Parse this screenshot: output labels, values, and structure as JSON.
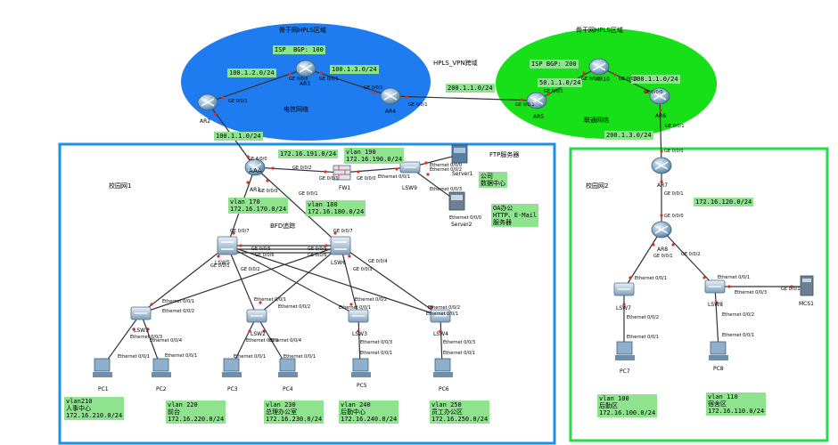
{
  "titles": {
    "hpls_left": "骨干网HPLS区域",
    "hpls_right": "骨干网HPLS区域",
    "hpls_vpn": "HPLS_VPN跨域",
    "campus1": "校园网1",
    "campus2": "校园网2",
    "telecom": "电信网络",
    "unicom": "联通网络",
    "ftp": "FTP服务器",
    "aaa": "AAA",
    "bfd": "BFD追踪"
  },
  "notes": {
    "isp_left": "ISP  BGP: 100",
    "isp_right": "ISP BGP: 200",
    "net_100_1_2": "100.1.2.0/24",
    "net_100_1_3": "100.1.3.0/24",
    "net_100_1_1": "100.1.1.0/24",
    "net_200_1_1": "200.1.1.0/24",
    "net_50": "50.1.1.0/24",
    "net_200_1_2": "200.1.1.0/24",
    "net_200_1_3": "200.1.3.0/24",
    "net_172_191": "172.16.191.0/24",
    "vlan190": "vlan 190\n172.16.190.0/24",
    "vlan170": "vlan 170\n172.16.170.0/24",
    "vlan180": "vlan 180\n172.16.180.0/24",
    "company_dc": "公司\n数据中心",
    "oa": "OA办公\nHTTP、E-Mail\n服务器",
    "net_172_120": "172.16.120.0/24",
    "vlan210": "vlan210\n人事中心\n172.16.210.0/24",
    "vlan220": "vlan 220\n前台\n172.16.220.0/24",
    "vlan230": "vlan 230\n总理办公室\n172.16.230.0/24",
    "vlan240": "vlan 240\n后勤中心\n172.16.240.0/24",
    "vlan250": "vlan 250\n员工办公区\n172.16.250.0/24",
    "vlan100": "vlan 100\n后勤区\n172.16.100.0/24",
    "vlan110": "vlan 110\n宿舍区\n172.16.110.0/24"
  },
  "devices": {
    "AR2": "AR2",
    "AR3": "AR3",
    "AR4": "AR4",
    "AR5": "AR5",
    "AR6": "AR6",
    "AR10": "AR10",
    "AR1": "AR1",
    "AR7": "AR7",
    "AR8": "AR8",
    "FW1": "FW1",
    "LSW9": "LSW9",
    "Server1": "Server1",
    "Server2": "Server2",
    "LSW1": "LSW1",
    "LSW2": "LSW2",
    "LSW3": "LSW3",
    "LSW4": "LSW4",
    "LSW5": "LSW5",
    "LSW6": "LSW6",
    "LSW7": "LSW7",
    "LSW8": "LSW8",
    "MCS1": "MCS1",
    "PC1": "PC1",
    "PC2": "PC2",
    "PC3": "PC3",
    "PC4": "PC4",
    "PC5": "PC5",
    "PC6": "PC6",
    "PC7": "PC7",
    "PC8": "PC8"
  },
  "ifaces": {
    "ge001": "GE 0/0/1",
    "ge000": "GE 0/0/0",
    "ge002": "GE 0/0/2",
    "ge003": "GE 0/0/3",
    "ge004": "GE 0/0/4",
    "ge005": "GE 0/0/5",
    "ge006": "GE 0/0/6",
    "ge007": "GE 0/0/7",
    "ge400": "GE 4/0/0",
    "eth001": "Ethernet 0/0/1",
    "eth002": "Ethernet 0/0/2",
    "eth003": "Ethernet 0/0/3",
    "eth004": "Ethernet 0/0/4",
    "eth000": "Ethernet 0/0/0"
  },
  "colors": {
    "telecom_cloud": "#1e7bf0",
    "unicom_cloud": "#18e018",
    "campus1_border": "#1e90e6",
    "campus2_border": "#22dd44",
    "note_bg": "#8fe38f",
    "link": "#333333",
    "iface_dot": "#e03020"
  }
}
